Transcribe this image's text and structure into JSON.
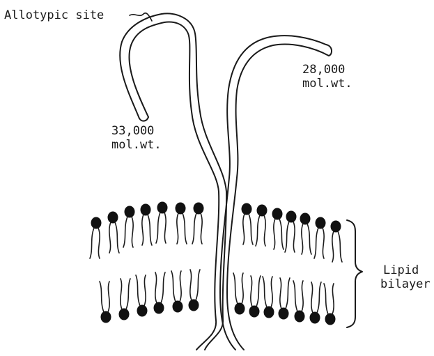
{
  "labels": {
    "allotypic_site": "Allotypic site",
    "chain_large_weight": "33,000",
    "chain_large_unit": "mol.wt.",
    "chain_small_weight": "28,000",
    "chain_small_unit": "mol.wt.",
    "membrane_line1": "Lipid",
    "membrane_line2": "bilayer"
  },
  "colors": {
    "ink": "#1a1a1a",
    "lipid_head": "#111111",
    "background": "#ffffff"
  }
}
